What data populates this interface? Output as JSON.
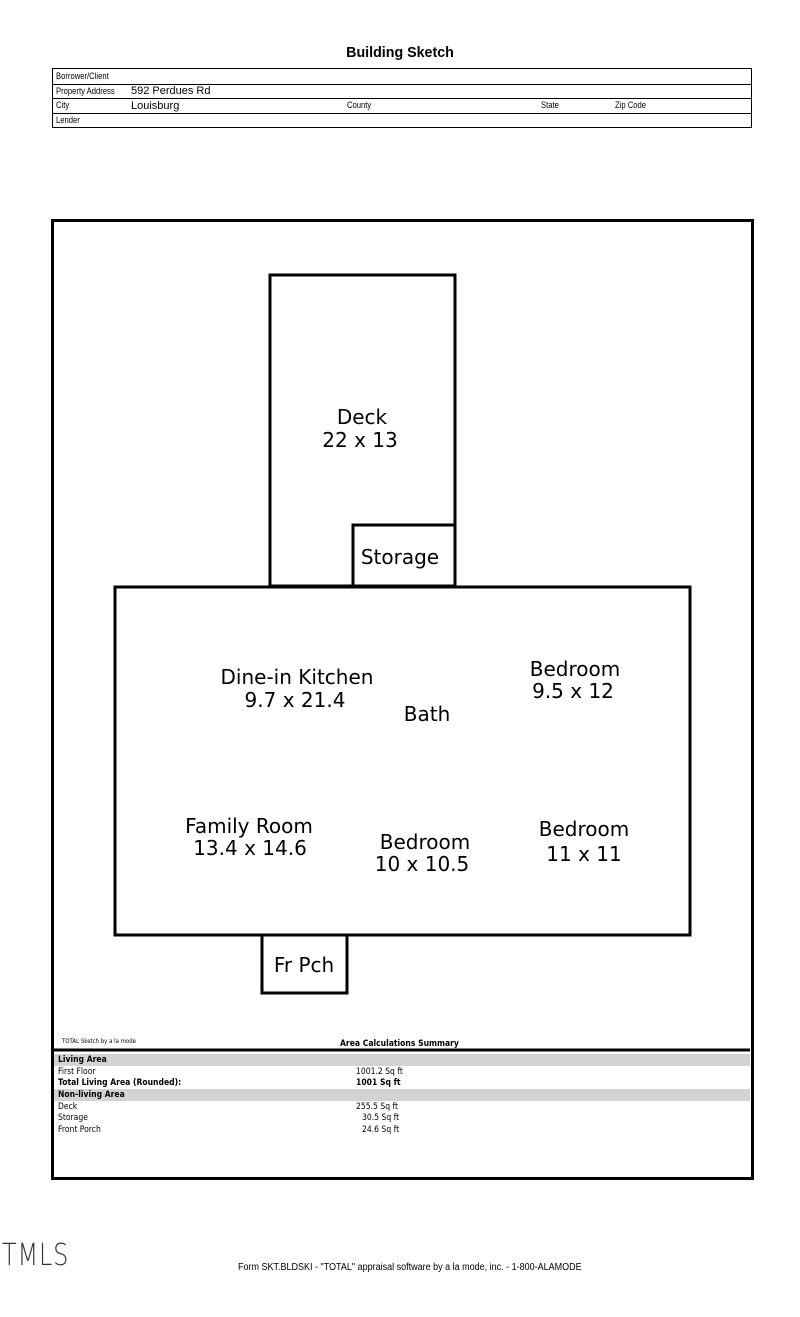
{
  "title": "Building Sketch",
  "header": {
    "borrower_label": "Borrower/Client",
    "address_label": "Property Address",
    "address": "592 Perdues Rd",
    "city_label": "City",
    "city": "Louisburg",
    "county_label": "County",
    "state_label": "State",
    "zip_label": "Zip Code",
    "lender_label": "Lender"
  },
  "sketch": {
    "deck": {
      "name": "Deck",
      "dims": "22 x 13"
    },
    "storage": {
      "name": "Storage"
    },
    "kitchen": {
      "name": "Dine-in Kitchen",
      "dims": "9.7 x 21.4"
    },
    "bath": {
      "name": "Bath"
    },
    "bedroom1": {
      "name": "Bedroom",
      "dims": "9.5 x 12"
    },
    "family": {
      "name": "Family Room",
      "dims": "13.4 x 14.6"
    },
    "bedroom2": {
      "name": "Bedroom",
      "dims": "10 x 10.5"
    },
    "bedroom3": {
      "name": "Bedroom",
      "dims": "11 x 11"
    },
    "porch": {
      "name": "Fr Pch"
    }
  },
  "summary": {
    "credit": "TOTAL Sketch by a la mode",
    "title": "Area Calculations Summary",
    "living_header": "Living Area",
    "first_floor_label": "First Floor",
    "first_floor": "1001.2 Sq ft",
    "total_label": "Total Living Area (Rounded):",
    "total": "1001 Sq ft",
    "nonliving_header": "Non-living Area",
    "deck_label": "Deck",
    "deck": "255.5 Sq ft",
    "storage_label": "Storage",
    "storage": "30.5 Sq ft",
    "porch_label": "Front Porch",
    "porch": "24.6 Sq ft"
  },
  "footer": {
    "logo": "TMLS",
    "form": "Form SKT.BLDSKI - \"TOTAL\" appraisal software by a la mode, inc. - 1-800-ALAMODE"
  }
}
